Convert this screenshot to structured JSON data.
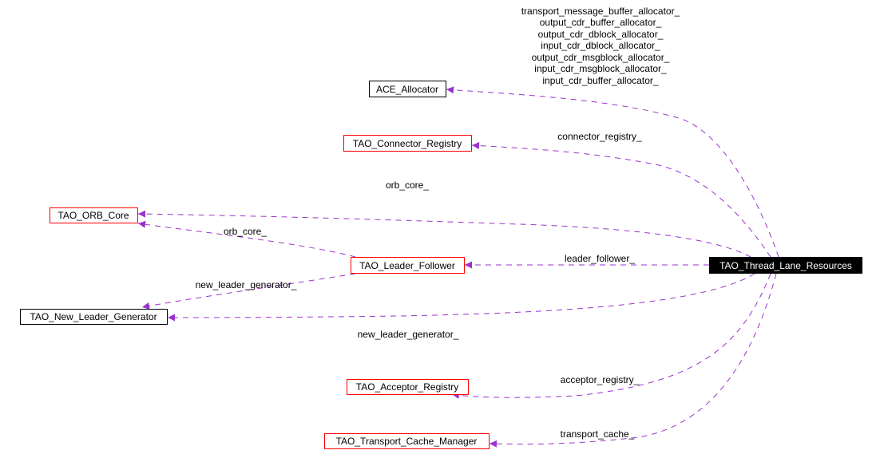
{
  "nodes": {
    "ace_allocator": "ACE_Allocator",
    "connector_registry": "TAO_Connector_Registry",
    "orb_core": "TAO_ORB_Core",
    "leader_follower": "TAO_Leader_Follower",
    "new_leader_generator": "TAO_New_Leader_Generator",
    "thread_lane_resources": "TAO_Thread_Lane_Resources",
    "acceptor_registry": "TAO_Acceptor_Registry",
    "transport_cache_manager": "TAO_Transport_Cache_Manager"
  },
  "edge_labels": {
    "allocators": [
      "transport_message_buffer_allocator_",
      "output_cdr_buffer_allocator_",
      "output_cdr_dblock_allocator_",
      "input_cdr_dblock_allocator_",
      "output_cdr_msgblock_allocator_",
      "input_cdr_msgblock_allocator_",
      "input_cdr_buffer_allocator_"
    ],
    "connector_registry": "connector_registry_",
    "orb_core_tlr": "orb_core_",
    "orb_core_lf": "orb_core_",
    "leader_follower": "leader_follower_",
    "new_leader_generator_lf": "new_leader_generator_",
    "new_leader_generator_tlr": "new_leader_generator_",
    "acceptor_registry": "acceptor_registry_",
    "transport_cache": "transport_cache_"
  },
  "colors": {
    "edge": "#9a32cd",
    "documented_border": "#ff0000",
    "undocumented_border": "#000000",
    "focus_fill": "#000000"
  }
}
